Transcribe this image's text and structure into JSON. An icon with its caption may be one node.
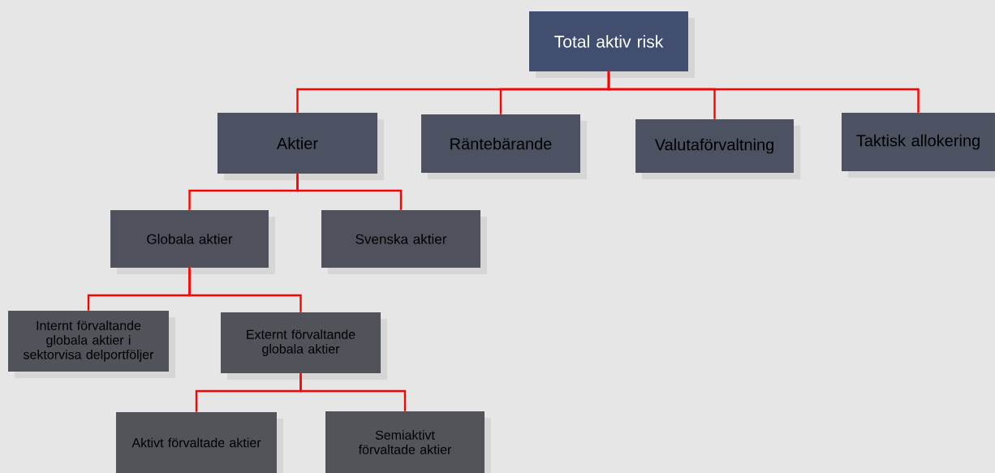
{
  "diagram": {
    "nodes": [
      {
        "text": [
          "Total aktiv risk"
        ]
      },
      {
        "text": [
          "Aktier"
        ]
      },
      {
        "text": [
          "Räntebärande"
        ]
      },
      {
        "text": [
          "Valutaförvaltning"
        ]
      },
      {
        "text": [
          "Taktisk allokering"
        ]
      },
      {
        "text": [
          "Globala aktier"
        ]
      },
      {
        "text": [
          "Svenska aktier"
        ]
      },
      {
        "text": [
          "Internt förvaltande globala aktier i sektorvisa delportföljer"
        ]
      },
      {
        "text": [
          "Externt förvaltande globala aktier"
        ]
      },
      {
        "text": [
          "Aktivt förvaltade aktier"
        ]
      },
      {
        "text": [
          "Semiaktivt förvaltade aktier"
        ]
      }
    ],
    "edges": [
      {
        "from": 0,
        "to": 1,
        "arrow": "none"
      },
      {
        "from": 0,
        "to": 2,
        "arrow": "none"
      },
      {
        "from": 0,
        "to": 3,
        "arrow": "none"
      },
      {
        "from": 0,
        "to": 4,
        "arrow": "none"
      },
      {
        "from": 1,
        "to": 5,
        "arrow": "none"
      },
      {
        "from": 1,
        "to": 6,
        "arrow": "none"
      },
      {
        "from": 5,
        "to": 7,
        "arrow": "none"
      },
      {
        "from": 5,
        "to": 8,
        "arrow": "none"
      },
      {
        "from": 8,
        "to": 9,
        "arrow": "none"
      },
      {
        "from": 8,
        "to": 10,
        "arrow": "none"
      }
    ]
  }
}
